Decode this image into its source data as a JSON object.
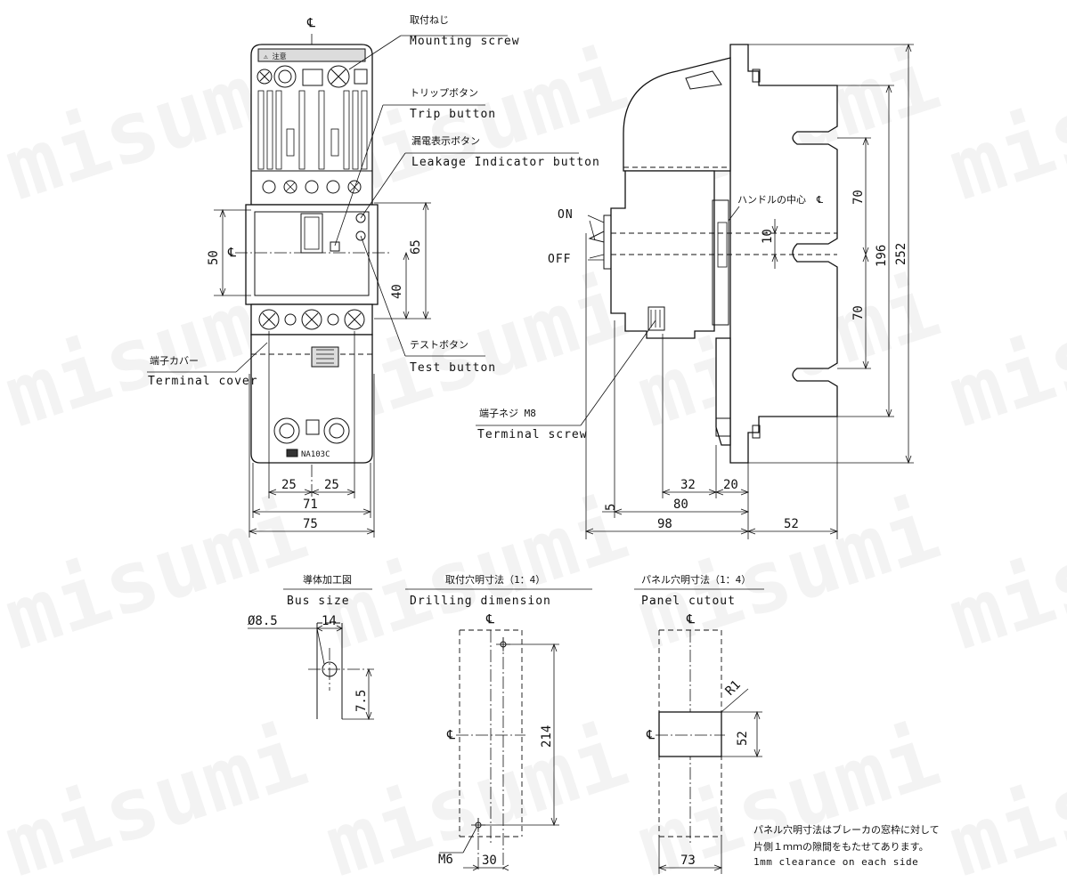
{
  "watermark": "misumi",
  "centerline_symbol": "℄",
  "front_view": {
    "label_mounting_screw_jp": "取付ねじ",
    "label_mounting_screw_en": "Mounting screw",
    "label_trip_button_jp": "トリップボタン",
    "label_trip_button_en": "Trip button",
    "label_leakage_jp": "漏電表示ボタン",
    "label_leakage_en": "Leakage Indicator button",
    "label_test_jp": "テストボタン",
    "label_test_en": "Test button",
    "label_terminal_cover_jp": "端子カバー",
    "label_terminal_cover_en": "Terminal cover",
    "model_label": "NA103C",
    "dims": {
      "d50": "50",
      "d65": "65",
      "d40": "40",
      "d25a": "25",
      "d25b": "25",
      "d71": "71",
      "d75": "75"
    }
  },
  "side_view": {
    "label_on": "ON",
    "label_off": "OFF",
    "label_handle_center": "ハンドルの中心",
    "label_terminal_screw_jp": "端子ネジ M8",
    "label_terminal_screw_en": "Terminal screw",
    "dims": {
      "d70a": "70",
      "d70b": "70",
      "d10": "10",
      "d196": "196",
      "d252": "252",
      "d32": "32",
      "d20": "20",
      "d80": "80",
      "d5": "5",
      "d98": "98",
      "d52": "52"
    }
  },
  "bus_size": {
    "title_jp": "導体加工図",
    "title_en": "Bus size",
    "dims": {
      "d_hole": "Ø8.5",
      "d14": "14",
      "d7_5": "7.5"
    }
  },
  "drilling": {
    "title_jp": "取付穴明寸法（1：4）",
    "title_en": "Drilling dimension",
    "dims": {
      "d214": "214",
      "d30": "30",
      "m6": "M6"
    }
  },
  "panel_cutout": {
    "title_jp": "パネル穴明寸法（1：4）",
    "title_en": "Panel cutout",
    "dims": {
      "r1": "R1",
      "d52": "52",
      "d73": "73"
    },
    "note_jp_1": "パネル穴明寸法はブレーカの窓枠に対して",
    "note_jp_2": "片側１ｍｍの隙間をもたせてあります。",
    "note_en": "1mm clearance on each side"
  }
}
